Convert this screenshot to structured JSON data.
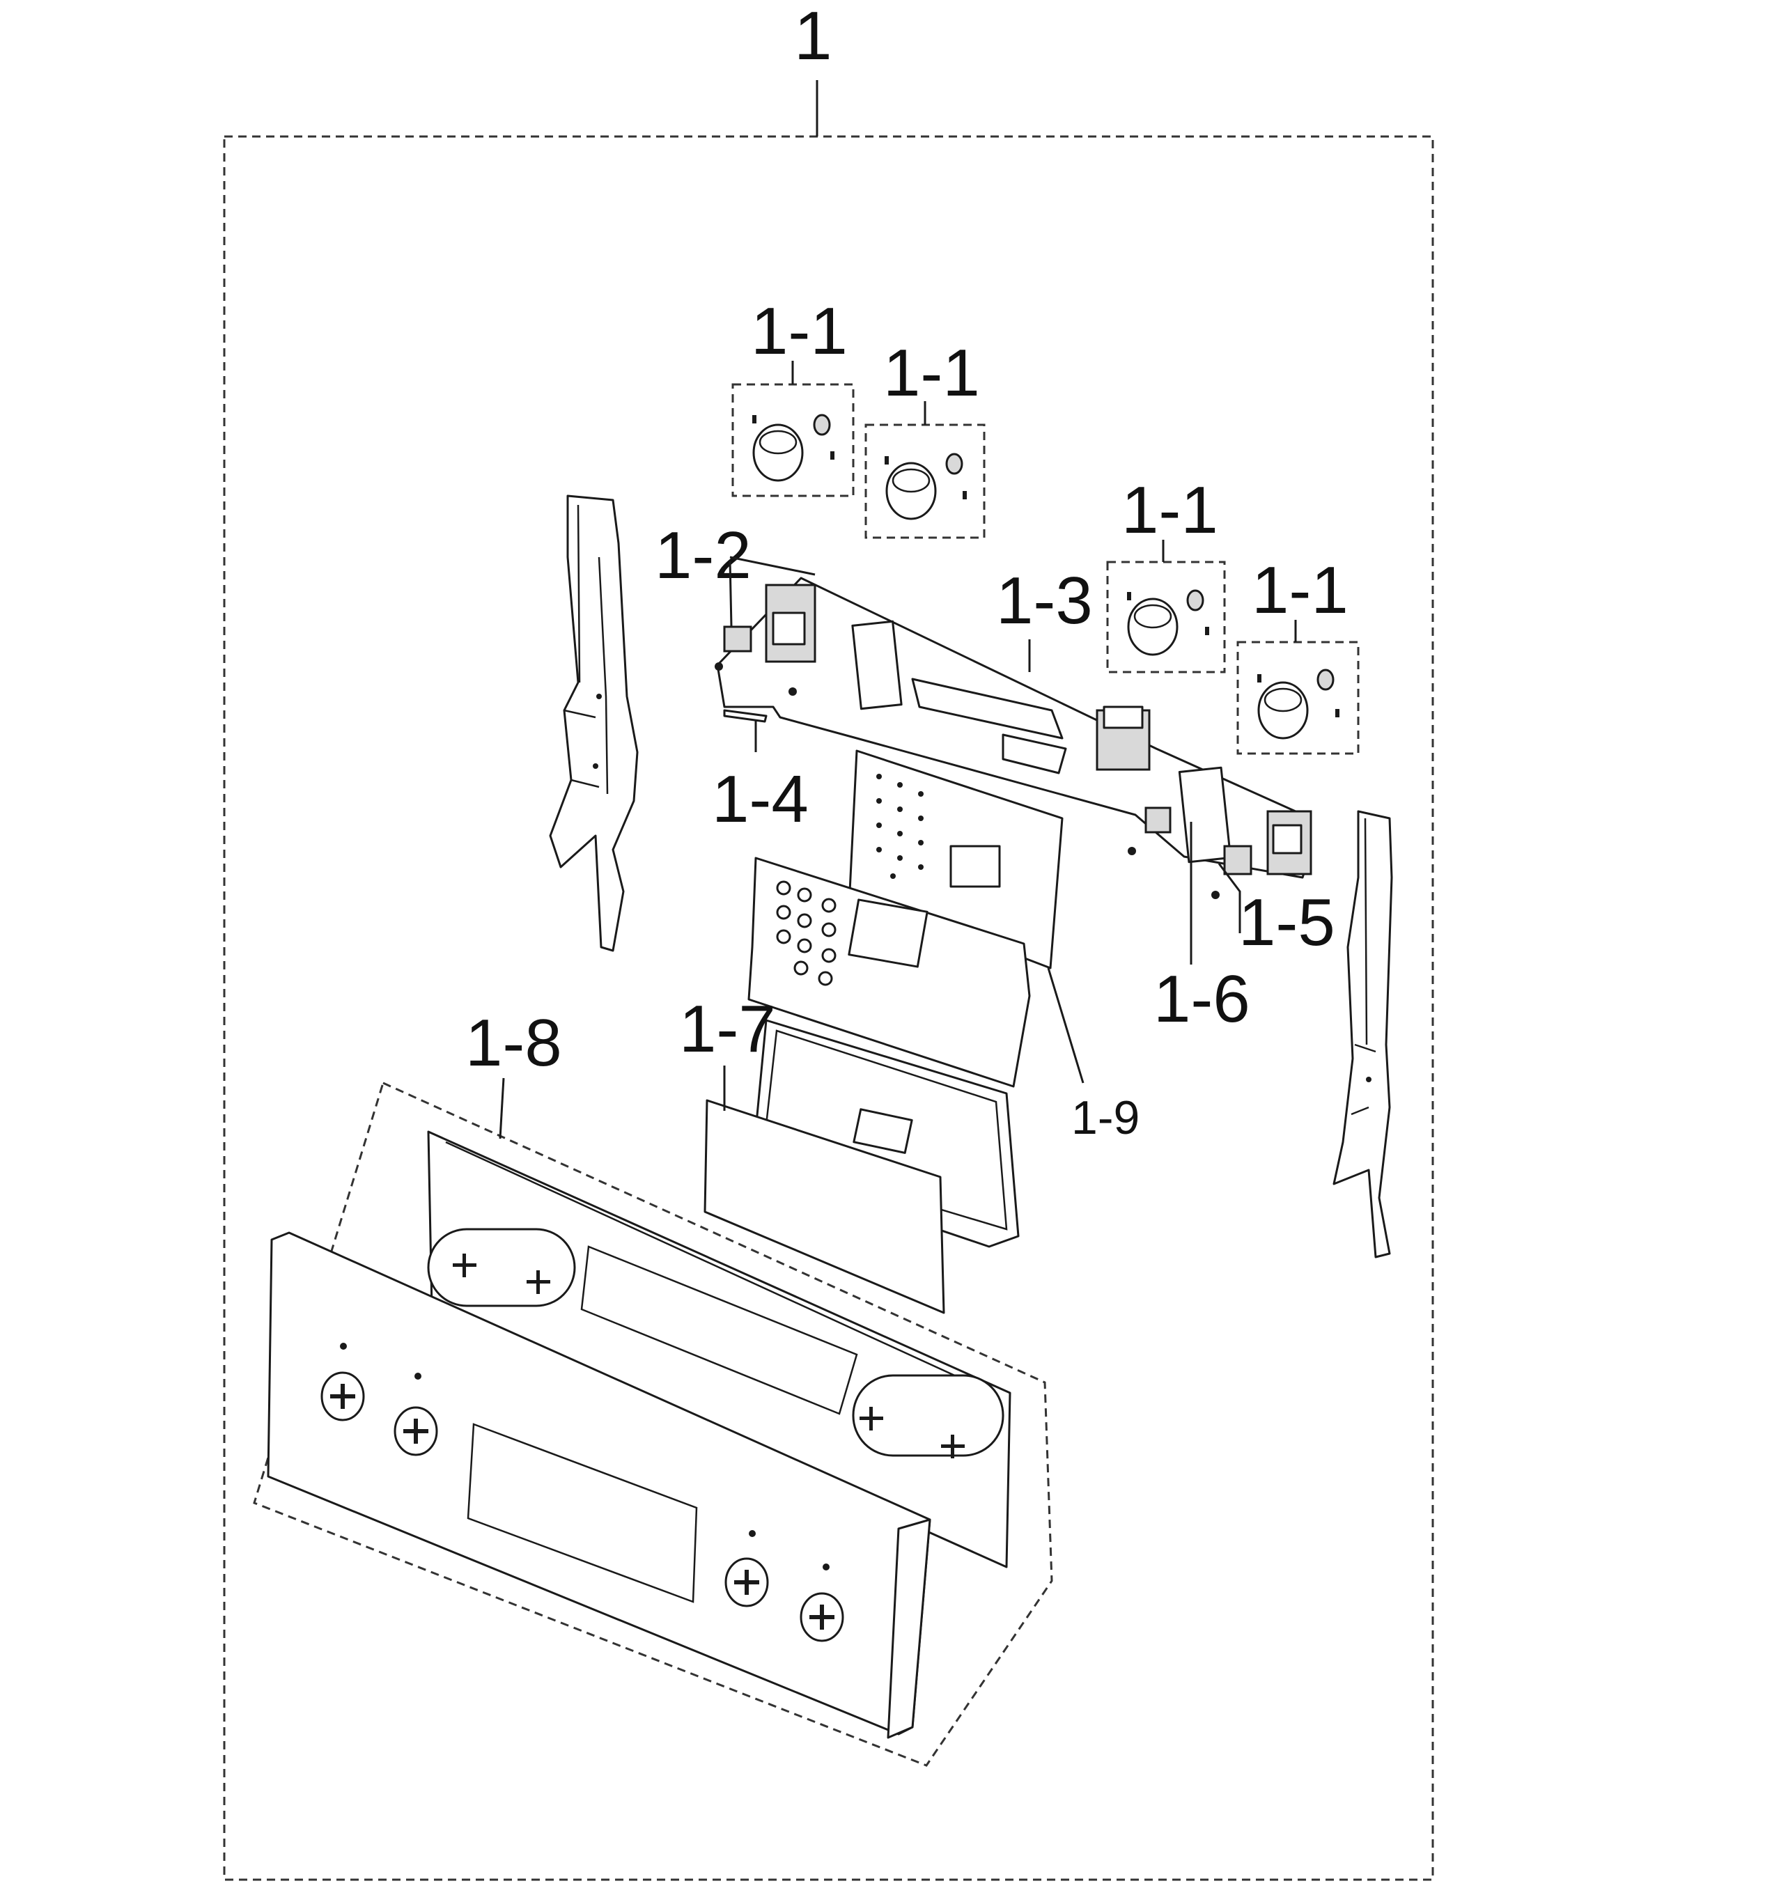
{
  "callouts": {
    "assembly": "1",
    "knob_a": "1-1",
    "knob_b": "1-1",
    "knob_c": "1-1",
    "knob_d": "1-1",
    "p2": "1-2",
    "p3": "1-3",
    "p4": "1-4",
    "p5": "1-5",
    "p6": "1-6",
    "p7": "1-7",
    "p8": "1-8",
    "p9": "1-9"
  }
}
